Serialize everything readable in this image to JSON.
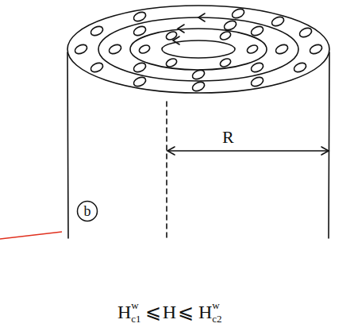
{
  "diagram": {
    "nodes": [
      {
        "text": [
          "b"
        ]
      }
    ],
    "labels": [
      "R",
      "H",
      "c1",
      "w",
      "⩽",
      "H",
      "⩽",
      "H",
      "c2",
      "w"
    ]
  }
}
